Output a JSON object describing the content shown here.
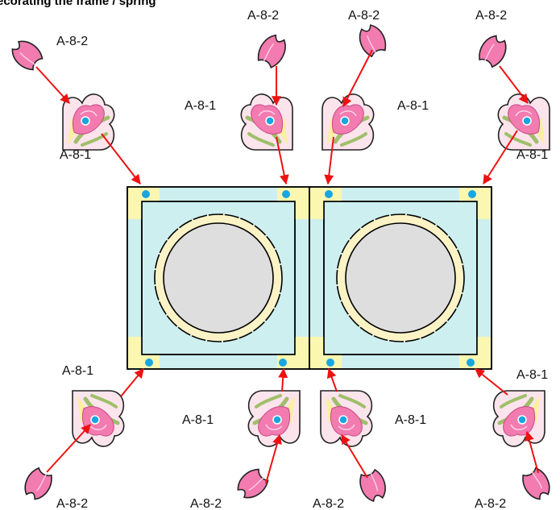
{
  "title": "ecorating the frame / spring",
  "labels": {
    "petal": "A-8-2",
    "corner": "A-8-1"
  },
  "colors": {
    "arrow": "#ee1111",
    "dot": "#18a6e0",
    "frame_fill": "#cdeff0",
    "corner_fill": "#fbf6b0",
    "mat_fill": "#fbf3c6",
    "circle_fill": "#dedede",
    "petal_fill": "#f27bb0",
    "corner_bg": "#fce4ec",
    "leaf": "#9fbf6a"
  },
  "frames": [
    {
      "name": "left-frame"
    },
    {
      "name": "right-frame"
    }
  ]
}
